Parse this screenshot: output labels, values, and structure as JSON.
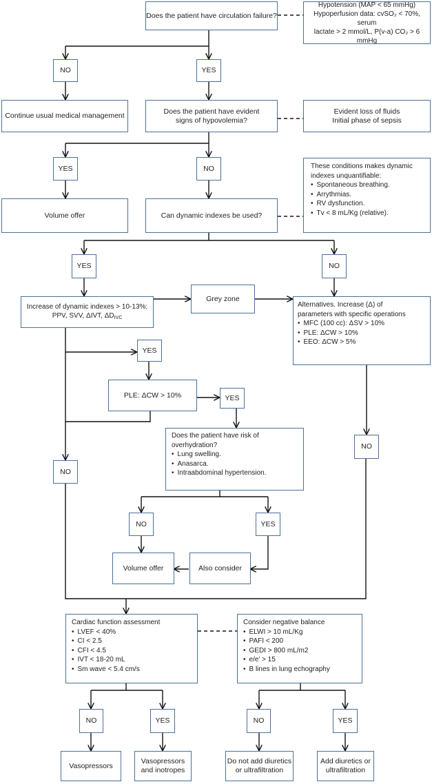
{
  "q_circulation": "Does the patient have circulation failure?",
  "circ_criteria": [
    "Hypotension (MAP < 65 mmHg)",
    "Hypoperfusion data: cvSO₂ < 70%, serum",
    "lactate > 2 mmol/L, P(v-a) CO₂ > 6 mmHg"
  ],
  "lbl_no": "NO",
  "lbl_yes": "YES",
  "continue_mgmt": "Continue usual medical management",
  "q_hypovolemia": [
    "Does the patient have evident",
    "signs of hypovolemia?"
  ],
  "hypovolemia_signs": [
    "Evident loss of fluids",
    "Initial phase of sepsis"
  ],
  "volume_offer": "Volume offer",
  "q_dynamic": "Can dynamic indexes be used?",
  "dynamic_conditions_title": [
    "These conditions makes dynamic",
    "indexes unquantifiable:"
  ],
  "dynamic_conditions": [
    "Spontaneous breathing.",
    "Arrythmias.",
    "RV dysfunction.",
    "Tv < 8 mL/Kg (relative)."
  ],
  "increase_dynamic": [
    "Increase of dynamic indexes > 10-13%:",
    "PPV, SVV, ΔIVT, ΔD",
    "IVC"
  ],
  "grey_zone": "Grey zone",
  "alternatives_title": [
    "Alternatives. Increase (Δ) of",
    "parameters with specific operations"
  ],
  "alternatives": [
    "MFC (100 cc): ΔSV > 10%",
    "PLE: ΔCW > 10%",
    "EEO: ΔCW > 5%"
  ],
  "ple": "PLE: ΔCW > 10%",
  "q_overhydration": [
    "Does the patient have risk of",
    "overhydration?"
  ],
  "overhydration_risks": [
    "Lung swelling.",
    "Anasarca.",
    "Intraabdominal hypertension."
  ],
  "also_consider": "Also consider",
  "cardiac_title": "Cardiac function assessment",
  "cardiac_items": [
    "LVEF < 40%",
    "CI < 2.5",
    "CFI < 4.5",
    "IVT < 18-20 mL",
    "Sm wave < 5.4 cm/s"
  ],
  "negative_title": "Consider negative balance",
  "negative_items": [
    "ELWI > 10 mL/Kg",
    "PAFI < 200",
    "GEDI > 800 mL/m2",
    "e/e’ > 15",
    "B lines in lung echography"
  ],
  "vasopressors": "Vasopressors",
  "vasopressors_inotropes": [
    "Vasopressors",
    "and inotropes"
  ],
  "no_diuretics": [
    "Do not add diuretics",
    "or ultrafiltration"
  ],
  "add_diuretics": [
    "Add diuretics or",
    "ultrafiltration"
  ],
  "colors": {
    "box_border": "#4a6f98",
    "line": "#111111"
  }
}
